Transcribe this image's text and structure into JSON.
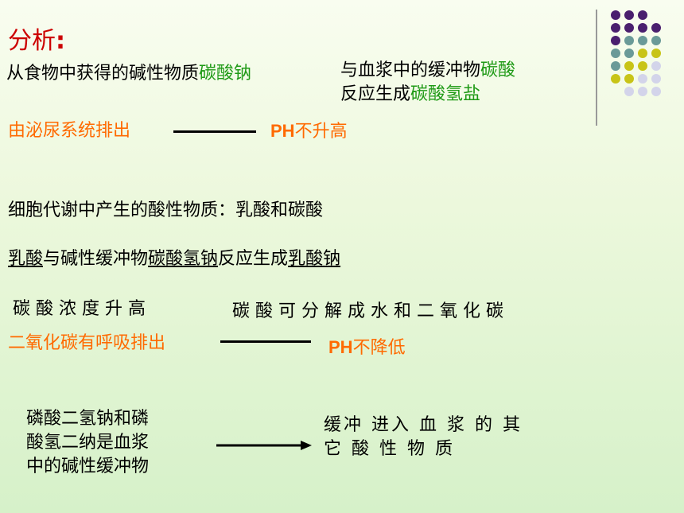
{
  "title": {
    "text": "分析",
    "colon": ":"
  },
  "line1": {
    "prefix": "从食物中获得的碱性物质",
    "highlight": "碳酸钠"
  },
  "line1b": {
    "prefix": "与血浆中的缓冲物",
    "highlight": "碳酸"
  },
  "line1c": {
    "prefix": "反应生成",
    "highlight": "碳酸氢盐"
  },
  "line2": {
    "text": "由泌尿系统排出",
    "ph": "PH",
    "result": "不升高"
  },
  "line3": {
    "text": "细胞代谢中产生的酸性物质：乳酸和碳酸"
  },
  "line4": {
    "a": "乳酸",
    "b": "与碱性缓冲物",
    "c": "碳酸氢钠",
    "d": "反应生成",
    "e": "乳酸钠"
  },
  "line5": {
    "left": "碳酸浓度升高",
    "right": "碳酸可分解成水和二氧化碳"
  },
  "line6": {
    "text": "二氧化碳有呼吸排出",
    "ph": "PH",
    "result": "不降低"
  },
  "box": {
    "lines": [
      "磷酸二氢钠和磷",
      "酸氢二纳是血浆",
      "中的碱性缓冲物"
    ]
  },
  "box_right": {
    "lines": [
      "缓冲  进入 血 浆 的 其",
      "它 酸 性 物 质"
    ]
  },
  "colors": {
    "purple": "#4a1f6e",
    "teal": "#6a9a98",
    "olive": "#c8c417",
    "lavender": "#d3d4ea"
  }
}
